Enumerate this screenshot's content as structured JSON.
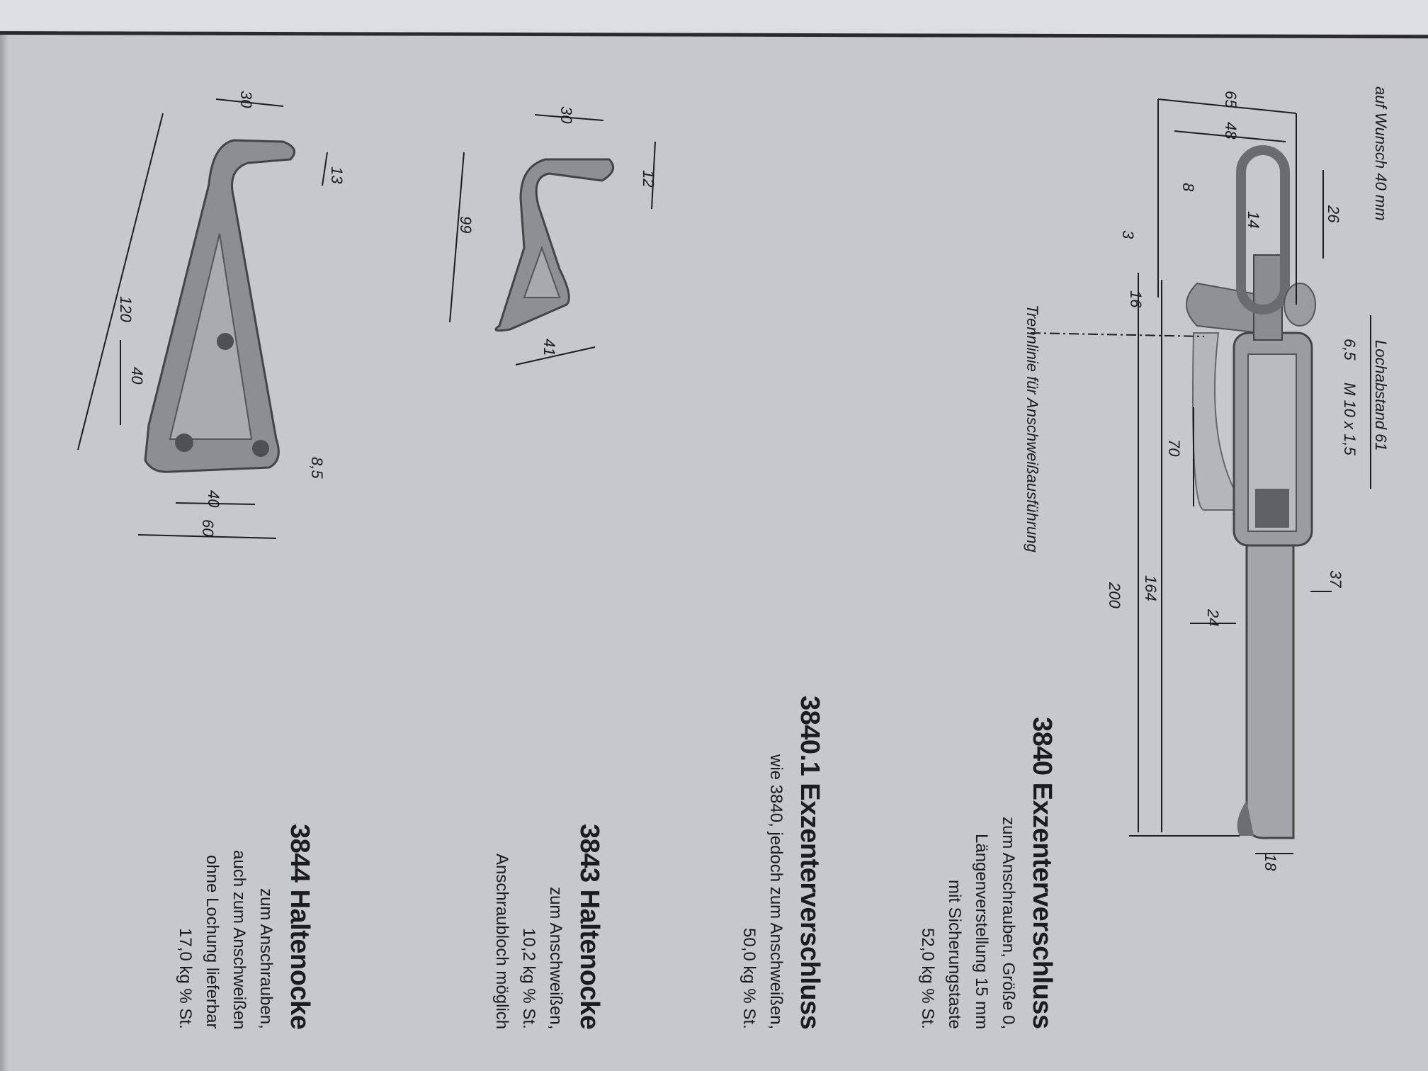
{
  "products": [
    {
      "title": "3840 Exzenterverschluss",
      "lines": [
        "zum Anschrauben, Größe 0,",
        "Längenverstellung 15 mm",
        "mit Sicherungstaste",
        "52,0 kg % St."
      ]
    },
    {
      "title": "3840.1 Exzenterverschluss",
      "lines": [
        "wie 3840, jedoch zum Anschweißen,",
        "50,0 kg % St."
      ]
    },
    {
      "title": "3843 Haltenocke",
      "lines": [
        "zum Anschweißen,",
        "10,2 kg % St.",
        "Anschraubloch möglich"
      ]
    },
    {
      "title": "3844 Haltenocke",
      "lines": [
        "zum Anschrauben,",
        "auch zum Anschweißen",
        "ohne Lochung lieferbar",
        "17,0 kg % St."
      ]
    }
  ],
  "drawing_3840": {
    "notes": {
      "option": "auf Wunsch 40 mm",
      "hole_spacing": "Lochabstand 61",
      "thread": "M 10 x 1,5",
      "cut_line": "Trennlinie für Anschweißausführung"
    },
    "dims": [
      "65",
      "48",
      "8",
      "14",
      "26",
      "3",
      "16",
      "6,5",
      "70",
      "164",
      "200",
      "37",
      "24",
      "18"
    ]
  },
  "drawing_3843": {
    "dims": [
      "30",
      "12",
      "99",
      "41"
    ]
  },
  "drawing_3844": {
    "dims": [
      "30",
      "13",
      "120",
      "40",
      "8,5",
      "40",
      "60"
    ]
  }
}
